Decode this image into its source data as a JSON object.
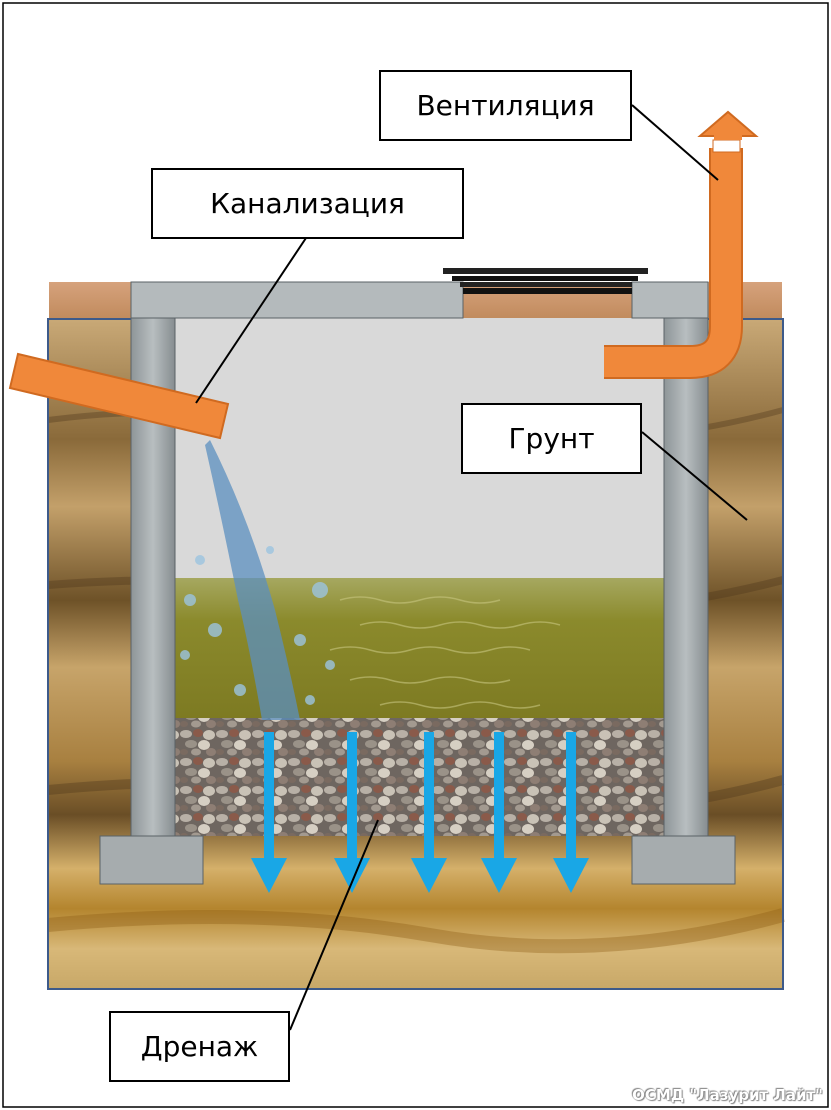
{
  "labels": {
    "ventilation": "Вентиляция",
    "sewer": "Канализация",
    "soil": "Грунт",
    "drainage": "Дренаж"
  },
  "watermark": "ОСМД \"Лазурит Лайт\"",
  "colors": {
    "pipe": "#f0883a",
    "pipe_stroke": "#d06a20",
    "concrete": "#9ea4a6",
    "soil": "#b8955a",
    "soil_dark": "#7a5a2a",
    "water": "#8f8a2e",
    "air": "#d8d8d8",
    "gravel": "#8a8078",
    "arrow": "#19a7e6",
    "frame": "#3d5a8a"
  },
  "icons": {
    "vent_arrow": "up-arrow-icon",
    "drain_arrows": "down-arrow-icon"
  }
}
